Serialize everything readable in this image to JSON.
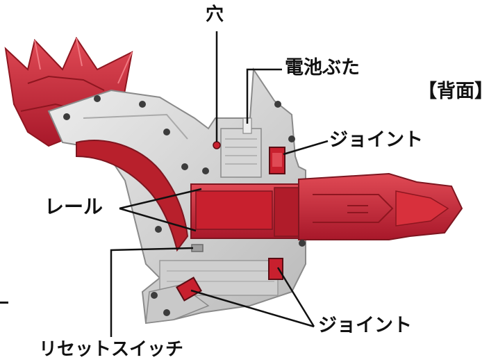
{
  "labels": {
    "hole": "穴",
    "battery_cover": "電池ぶた",
    "view": "【背面】",
    "joint_upper": "ジョイント",
    "rail": "レール",
    "joint_lower": "ジョイント",
    "reset_switch": "リセットスイッチ"
  },
  "colors": {
    "toy_red": "#c8202e",
    "toy_red_dark": "#8e1620",
    "toy_red_light": "#e04a55",
    "housing_grey": "#dcdcdc",
    "housing_shadow": "#a9a9a9",
    "screw": "#3c3c3c",
    "leader_line": "#111111"
  }
}
